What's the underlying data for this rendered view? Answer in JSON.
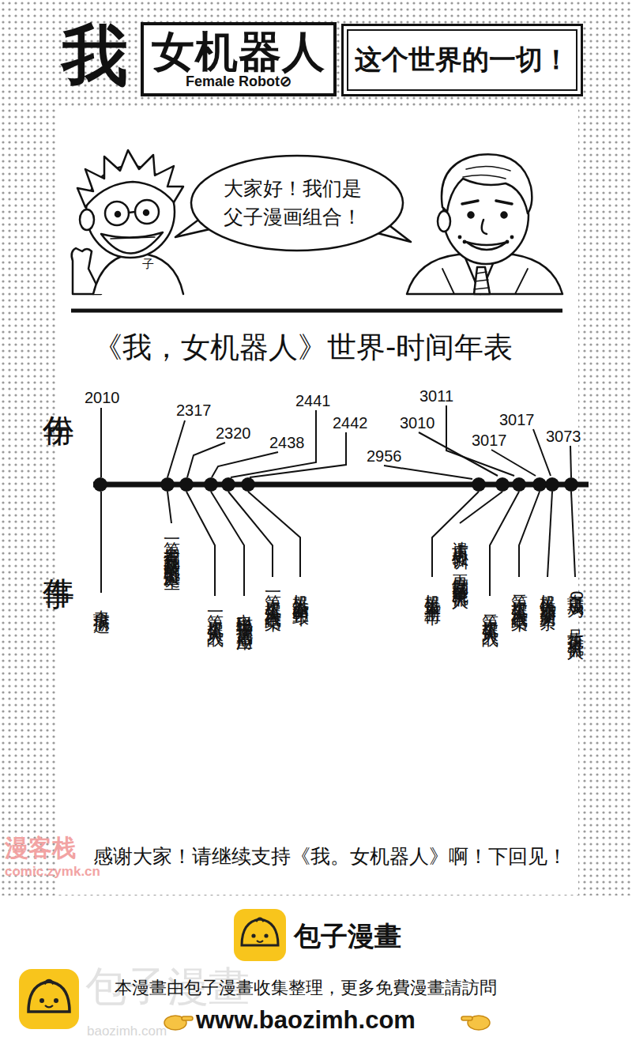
{
  "diagram": {
    "title": "《我，女机器人》世界-时间年表",
    "nodes": [
      {
        "text": [
          "女机器人",
          "Female Robot⊘"
        ]
      },
      {
        "text": [
          "这个世界的一切！"
        ]
      },
      {
        "text": [
          "大家好！我们是 父子漫画组合！"
        ]
      }
    ],
    "labels": [
      "我，",
      "子",
      "年份",
      "事件",
      "2010",
      "2317",
      "2320",
      "2438",
      "2441",
      "2442",
      "2956",
      "3010",
      "3011",
      "3017",
      "3017",
      "3073",
      "奇琪病逝",
      "第一台拥有真正智能的机器人诞生",
      "第一次机器人大战",
      "电磁场强干扰武器应用",
      "第一次机器人大战结束",
      "机器人全面销毁年",
      "机器人重新上市",
      "遗忘历史教训，再度制造智能机器人",
      "第二次机器人大战",
      "第二次机器人大战结束",
      "机器人法添加新第一条",
      "奇琪成为03号执行者机器人",
      "感谢大家！请继续支持《我。女机器人》啊！下回见！",
      "漫客栈",
      "comic.zymk.cn",
      "包子漫畫",
      "包子漫畫",
      "本漫畫由包子漫畫收集整理，更多免費漫畫請訪問",
      "www.baozimh.com",
      "baozimh.com"
    ]
  }
}
